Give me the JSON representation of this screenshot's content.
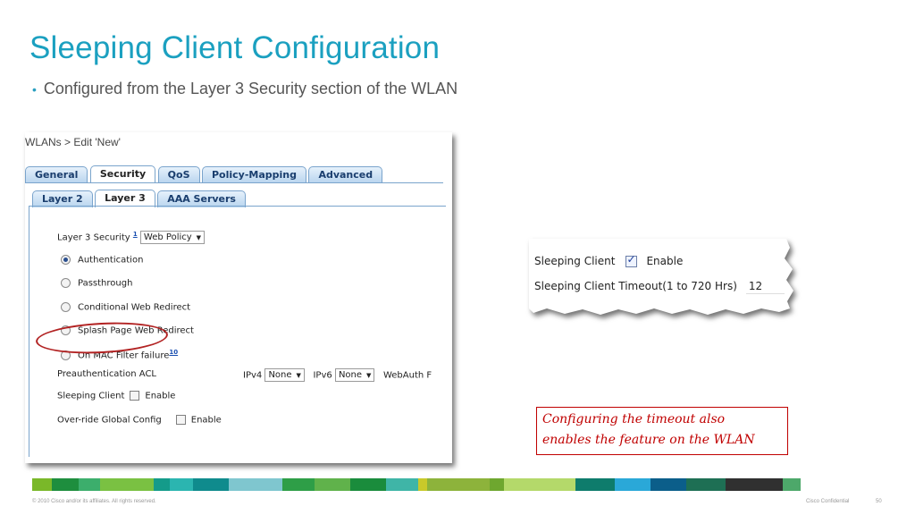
{
  "slide": {
    "title": "Sleeping Client Configuration",
    "bullet": "Configured from the Layer 3 Security section of the WLAN",
    "note_line1": "Configuring the timeout also",
    "note_line2": "enables the feature on the WLAN",
    "footer_copyright": "© 2010 Cisco and/or its affiliates. All rights reserved.",
    "footer_confidential": "Cisco Confidential",
    "footer_page": "50"
  },
  "wlan": {
    "breadcrumb": "WLANs > Edit  'New'",
    "tabs": [
      "General",
      "Security",
      "QoS",
      "Policy-Mapping",
      "Advanced"
    ],
    "active_tab": "Security",
    "subtabs": [
      "Layer 2",
      "Layer 3",
      "AAA Servers"
    ],
    "active_subtab": "Layer 3",
    "layer3_label": "Layer 3 Security",
    "layer3_sup": "1",
    "layer3_value": "Web Policy",
    "radios": {
      "authentication": "Authentication",
      "passthrough": "Passthrough",
      "conditional": "Conditional Web Redirect",
      "splash": "Splash Page Web Redirect",
      "onmac": "On MAC Filter failure",
      "onmac_sup": "10"
    },
    "preauth_label": "Preauthentication ACL",
    "ipv4_label": "IPv4",
    "ipv4_value": "None",
    "ipv6_label": "IPv6",
    "ipv6_value": "None",
    "webauth_label": "WebAuth F",
    "sleeping_label": "Sleeping Client",
    "sleeping_enable": "Enable",
    "override_label": "Over-ride Global Config",
    "override_enable": "Enable"
  },
  "sleeping_panel": {
    "client_label": "Sleeping Client",
    "client_enable": "Enable",
    "timeout_label": "Sleeping Client Timeout(1 to 720 Hrs)",
    "timeout_value": "12"
  },
  "colors": {
    "title": "#1ba0c0",
    "note": "#c00000",
    "band": [
      "#7ab829",
      "#1e8e3e",
      "#3cae6c",
      "#7ac142",
      "#149b8a",
      "#2bb5b0",
      "#0f8b8d",
      "#7fc6cf",
      "#2e9e47",
      "#60b24b",
      "#1a8c3c",
      "#3fb5a7",
      "#c9c92a",
      "#8db33b",
      "#6ea72f",
      "#b4d96a",
      "#0e7c6c",
      "#2aa8d8",
      "#0b5e8a",
      "#1e6f54",
      "#303030",
      "#4da86a"
    ]
  }
}
